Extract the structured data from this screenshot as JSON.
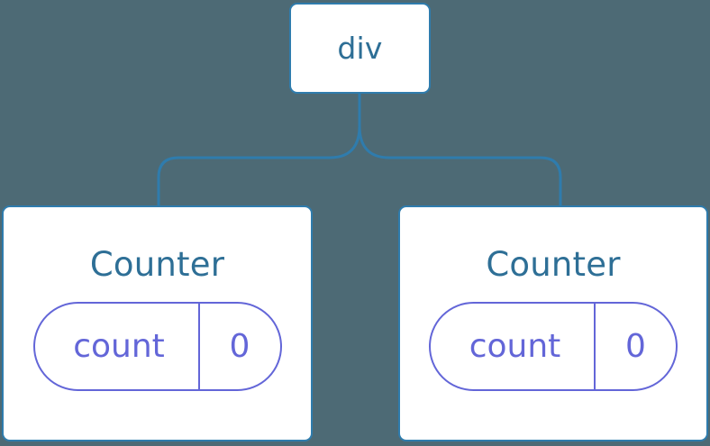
{
  "diagram": {
    "type": "component-tree",
    "background_color": "#4d6a75",
    "node_border_color": "#2f7cad",
    "node_fill_color": "#ffffff",
    "node_label_color": "#2e6f96",
    "state_accent_color": "#6366d8",
    "connector_color": "#2f7cad"
  },
  "root": {
    "label": "div"
  },
  "children": [
    {
      "label": "Counter",
      "state": {
        "key": "count",
        "value": "0"
      }
    },
    {
      "label": "Counter",
      "state": {
        "key": "count",
        "value": "0"
      }
    }
  ]
}
